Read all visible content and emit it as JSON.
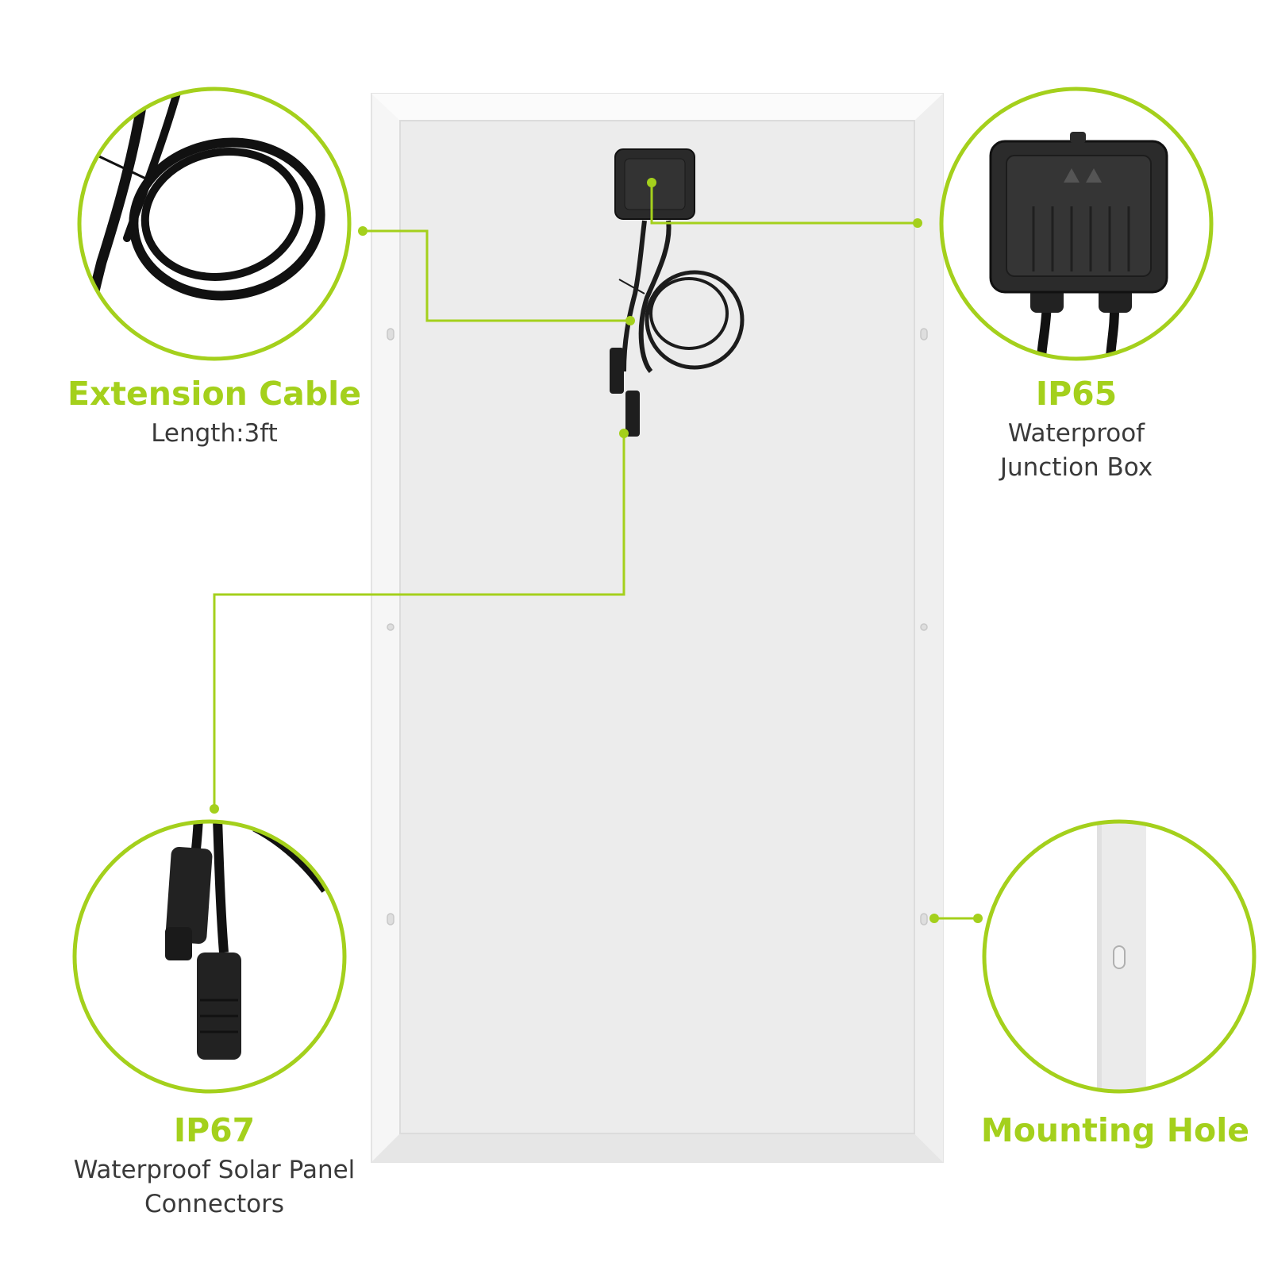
{
  "accent_color": "#a4d01c",
  "callouts": {
    "extension_cable": {
      "title": "Extension Cable",
      "subtitle": "Length:3ft"
    },
    "junction_box": {
      "title": "IP65",
      "line1": "Waterproof",
      "line2": "Junction Box"
    },
    "connectors": {
      "title": "IP67",
      "line1": "Waterproof Solar Panel",
      "line2": "Connectors"
    },
    "mounting_hole": {
      "title": "Mounting Hole"
    }
  },
  "icons": {
    "junction_box": "junction-box-icon",
    "cable": "cable-coil-icon",
    "connector": "mc4-connector-icon",
    "mounting_hole": "mounting-hole-icon"
  }
}
